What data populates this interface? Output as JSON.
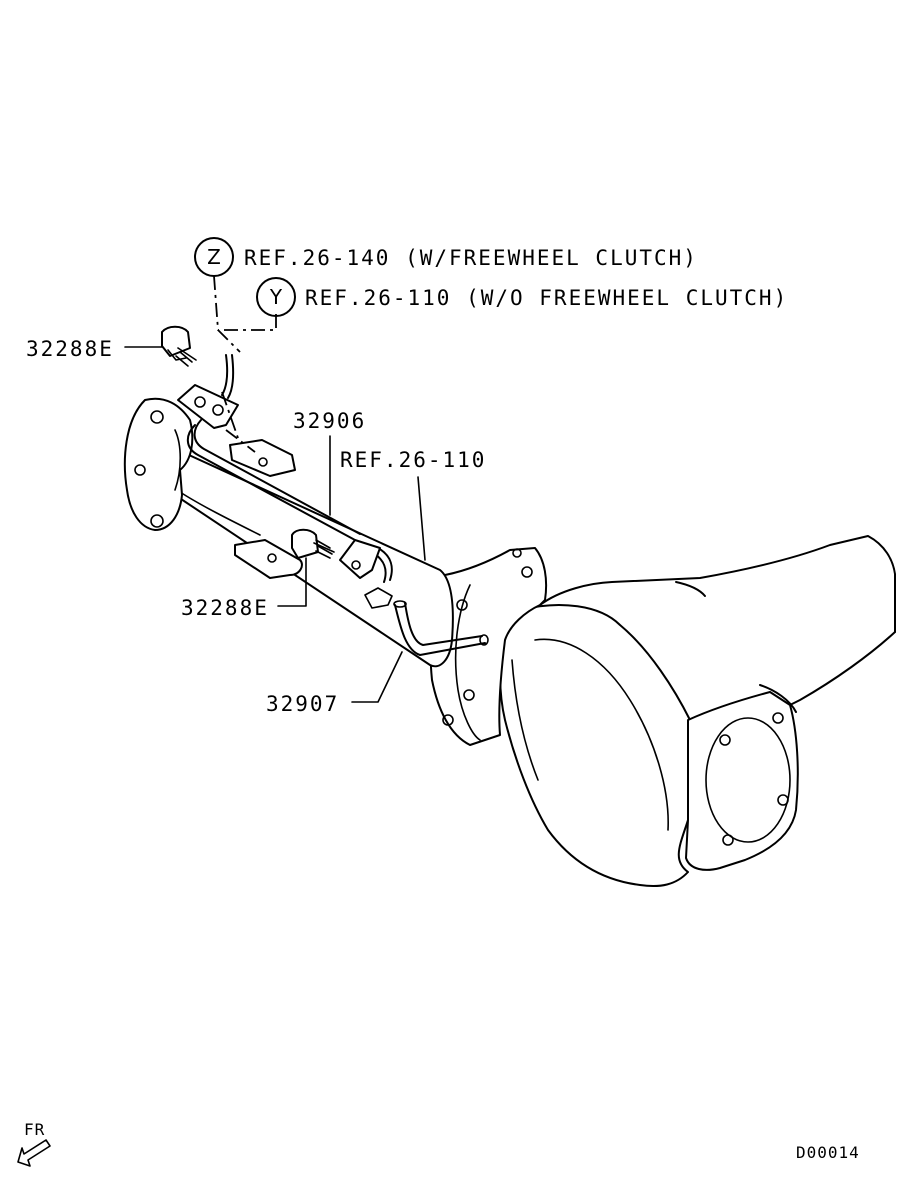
{
  "references": [
    {
      "letter": "Z",
      "text": "REF.26-140 (W/FREEWHEEL CLUTCH)"
    },
    {
      "letter": "Y",
      "text": "REF.26-110 (W/O FREEWHEEL CLUTCH)"
    }
  ],
  "parts": {
    "bolt_top": "32288E",
    "bolt_mid": "32288E",
    "pipe_main": "32906",
    "ref_housing": "REF.26-110",
    "hose": "32907"
  },
  "direction_label": "FR",
  "drawing_code": "D00014"
}
